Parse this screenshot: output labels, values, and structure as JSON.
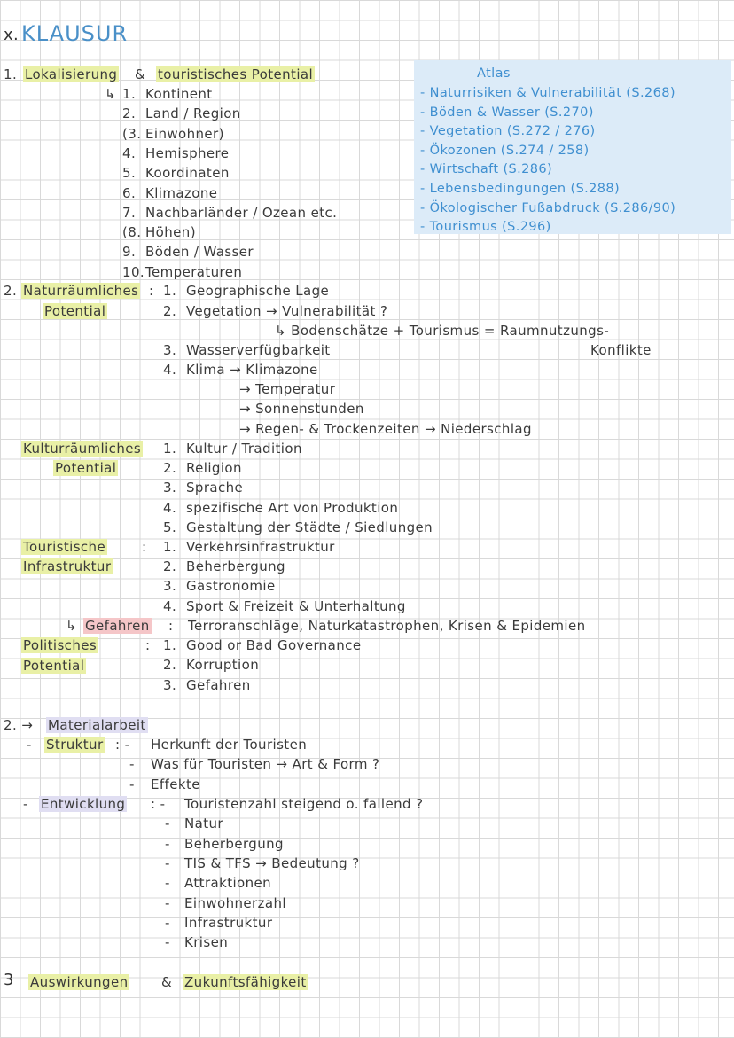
{
  "header": {
    "prefix": "x.",
    "title": "KLAUSUR"
  },
  "section1": {
    "number": "1.",
    "heading": "Lokalisierung",
    "amp": "&",
    "heading2": "touristisches Potential",
    "arrow": "↳",
    "items": [
      {
        "num": "1.",
        "text": "Kontinent"
      },
      {
        "num": "2.",
        "text": "Land / Region"
      },
      {
        "num": "(3.",
        "text": "Einwohner)"
      },
      {
        "num": "4.",
        "text": "Hemisphere"
      },
      {
        "num": "5.",
        "text": "Koordinaten"
      },
      {
        "num": "6.",
        "text": "Klimazone"
      },
      {
        "num": "7.",
        "text": "Nachbarländer / Ozean etc."
      },
      {
        "num": "(8.",
        "text": "Höhen)"
      },
      {
        "num": "9.",
        "text": "Böden / Wasser"
      },
      {
        "num": "10.",
        "text": "Temperaturen"
      }
    ]
  },
  "atlas": {
    "title": "Atlas",
    "items": [
      "- Naturrisiken & Vulnerabilität (S.268)",
      "- Böden & Wasser (S.270)",
      "- Vegetation (S.272 / 276)",
      "- Ökozonen (S.274 / 258)",
      "- Wirtschaft (S.286)",
      "- Lebensbedingungen (S.288)",
      "- Ökologischer Fußabdruck (S.286/90)",
      "- Tourismus (S.296)"
    ]
  },
  "section2": {
    "number": "2.",
    "natur": {
      "label1": "Naturräumliches",
      "label2": "Potential",
      "colon": ":",
      "items": [
        {
          "num": "1.",
          "text": "Geographische Lage"
        },
        {
          "num": "2.",
          "text": "Vegetation  →  Vulnerabilität ?"
        },
        {
          "num": "",
          "text": "↳  Bodenschätze  + Tourismus  =  Raumnutzungs-"
        },
        {
          "num": "",
          "text": "Konflikte"
        },
        {
          "num": "3.",
          "text": "Wasserverfügbarkeit"
        },
        {
          "num": "4.",
          "text": "Klima  → Klimazone"
        },
        {
          "num": "",
          "text": "→ Temperatur"
        },
        {
          "num": "",
          "text": "→ Sonnenstunden"
        },
        {
          "num": "",
          "text": "→ Regen- & Trockenzeiten  → Niederschlag"
        }
      ]
    },
    "kultur": {
      "label1": "Kulturräumliches",
      "label2": "Potential",
      "colon": ":",
      "items": [
        {
          "num": "1.",
          "text": "Kultur / Tradition"
        },
        {
          "num": "2.",
          "text": "Religion"
        },
        {
          "num": "3.",
          "text": "Sprache"
        },
        {
          "num": "4.",
          "text": "spezifische Art von Produktion"
        },
        {
          "num": "5.",
          "text": "Gestaltung der Städte / Siedlungen"
        }
      ]
    },
    "infra": {
      "label1": "Touristische",
      "label2": "Infrastruktur",
      "colon": ":",
      "items": [
        {
          "num": "1.",
          "text": "Verkehrsinfrastruktur"
        },
        {
          "num": "2.",
          "text": "Beherbergung"
        },
        {
          "num": "3.",
          "text": "Gastronomie"
        },
        {
          "num": "4.",
          "text": "Sport & Freizeit & Unterhaltung"
        }
      ]
    },
    "gefahren": {
      "arrow": "↳",
      "label": "Gefahren",
      "colon": ":",
      "text": "Terroranschläge, Naturkatastrophen, Krisen & Epidemien"
    },
    "politik": {
      "label1": "Politisches",
      "label2": "Potential",
      "colon": ":",
      "items": [
        {
          "num": "1.",
          "text": "Good or Bad Governance"
        },
        {
          "num": "2.",
          "text": "Korruption"
        },
        {
          "num": "3.",
          "text": "Gefahren"
        }
      ]
    }
  },
  "section3": {
    "number": "2. →",
    "heading": "Materialarbeit",
    "struktur": {
      "dash": "-",
      "label": "Struktur",
      "colon": ": -",
      "items": [
        "Herkunft der Touristen",
        "Was für Touristen → Art & Form ?",
        "Effekte"
      ]
    },
    "entwicklung": {
      "dash": "-",
      "label": "Entwicklung",
      "colon": ": -",
      "items": [
        "Touristenzahl steigend o. fallend ?",
        "Natur",
        "Beherbergung",
        "TIS & TFS → Bedeutung ?",
        "Attraktionen",
        "Einwohnerzahl",
        "Infrastruktur",
        "Krisen"
      ]
    }
  },
  "section4": {
    "number": "3",
    "heading": "Auswirkungen",
    "amp": "&",
    "heading2": "Zukunftsfähigkeit"
  }
}
